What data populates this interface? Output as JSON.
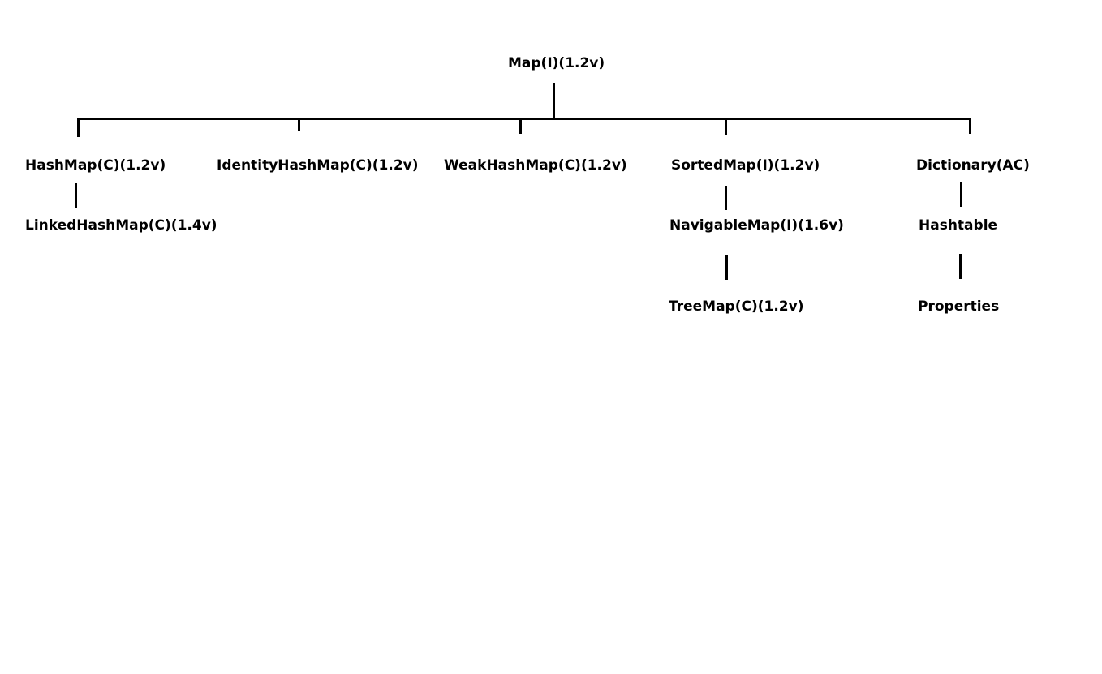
{
  "diagram": {
    "line_color": "#000000",
    "text_color": "#000000",
    "background": "#ffffff",
    "root": {
      "label": "Map(I)(1.2v)"
    },
    "nodes": {
      "hashmap": "HashMap(C)(1.2v)",
      "linkedhashmap": "LinkedHashMap(C)(1.4v)",
      "identityhashmap": "IdentityHashMap(C)(1.2v)",
      "weakhashmap": "WeakHashMap(C)(1.2v)",
      "sortedmap": "SortedMap(I)(1.2v)",
      "navigablemap": "NavigableMap(I)(1.6v)",
      "treemap": "TreeMap(C)(1.2v)",
      "dictionary": "Dictionary(AC)",
      "hashtable": "Hashtable",
      "properties": "Properties"
    }
  }
}
